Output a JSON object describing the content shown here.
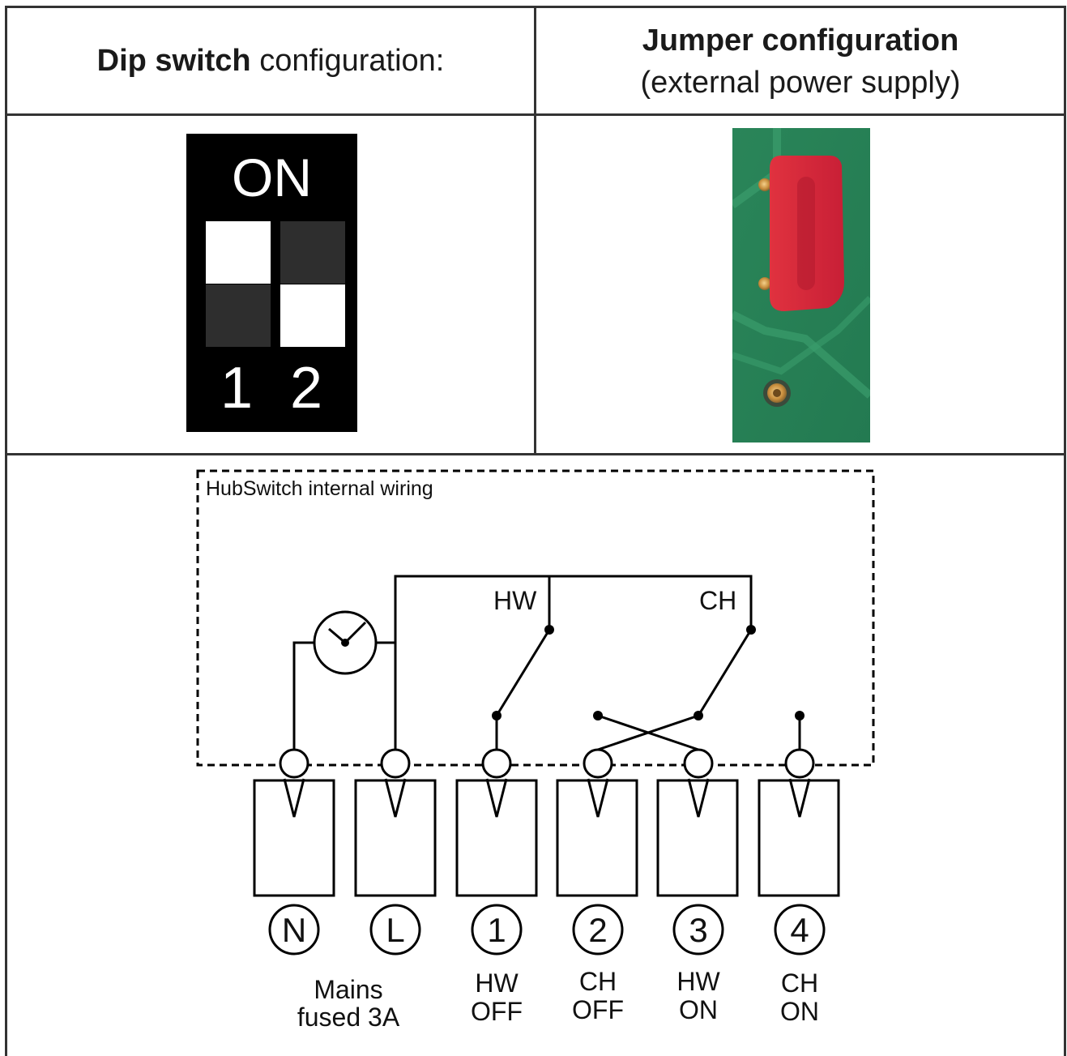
{
  "header": {
    "dip_bold": "Dip switch",
    "dip_rest": " configuration:",
    "jumper_title": "Jumper configuration",
    "jumper_subtitle": "(external power supply)"
  },
  "dip_switch": {
    "on_label": "ON",
    "switch1_number": "1",
    "switch1_state": "ON",
    "switch2_number": "2",
    "switch2_state": "OFF"
  },
  "diagram": {
    "box_label": "HubSwitch internal wiring",
    "relay_labels": [
      "HW",
      "CH"
    ],
    "terminals": [
      {
        "symbol": "N"
      },
      {
        "symbol": "L"
      },
      {
        "symbol": "1",
        "desc_line1": "HW",
        "desc_line2": "OFF"
      },
      {
        "symbol": "2",
        "desc_line1": "CH",
        "desc_line2": "OFF"
      },
      {
        "symbol": "3",
        "desc_line1": "HW",
        "desc_line2": "ON"
      },
      {
        "symbol": "4",
        "desc_line1": "CH",
        "desc_line2": "ON"
      }
    ],
    "mains_line1": "Mains",
    "mains_line2": "fused 3A"
  },
  "colors": {
    "border": "#333333",
    "pcb_green": "#2f8a5e",
    "jumper_red": "#d8243a",
    "switch_dark": "#2e2e2e"
  }
}
